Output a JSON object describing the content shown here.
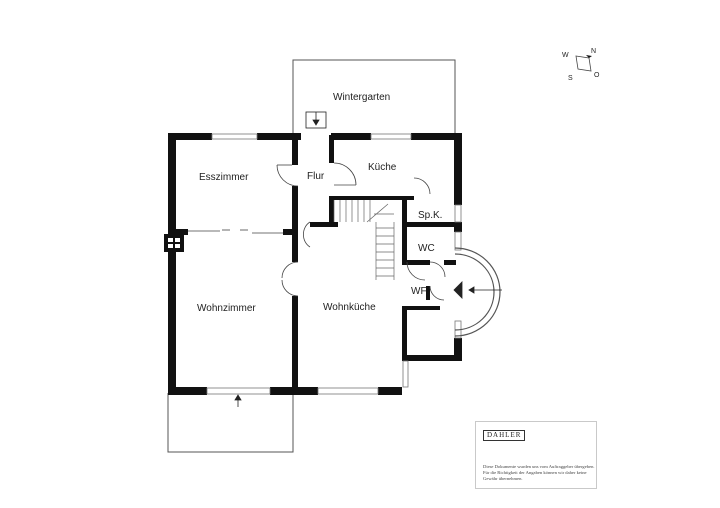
{
  "rooms": {
    "wintergarten": "Wintergarten",
    "esszimmer": "Esszimmer",
    "flur": "Flur",
    "kueche": "Küche",
    "spk": "Sp.K.",
    "wc": "WC",
    "wf": "WF",
    "wohnzimmer": "Wohnzimmer",
    "wohnkueche": "Wohnküche"
  },
  "compass": {
    "north": "N",
    "east": "O",
    "south": "S",
    "west": "W"
  },
  "branding": {
    "logo": "DAHLER",
    "disclaimer": "Diese Dokumente wurden uns vom Auftraggeber übergeben. Für die Richtigkeit der Angaben können wir daher keine Gewähr übernehmen."
  },
  "colors": {
    "wall": "#111111",
    "thin_line": "#555555",
    "window": "#9a9a9a"
  }
}
